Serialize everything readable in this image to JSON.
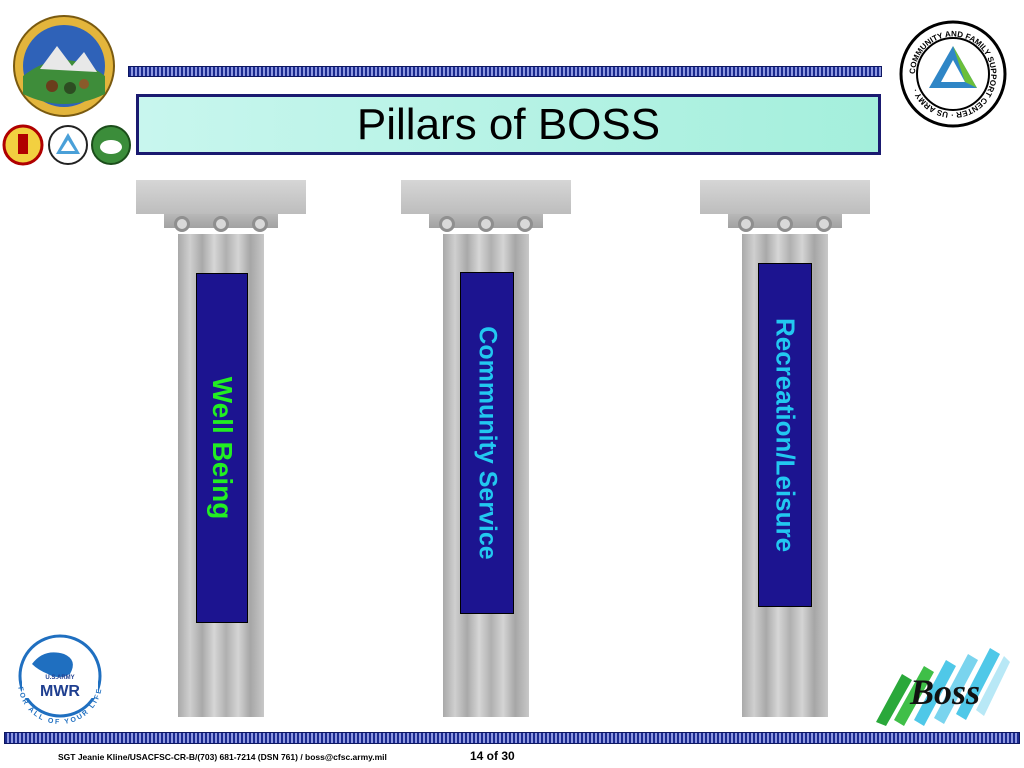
{
  "slide": {
    "title": "Pillars of BOSS",
    "pillars": [
      {
        "label": "Well Being",
        "color": "#22ee22"
      },
      {
        "label": "Community Service",
        "color": "#22c8f0"
      },
      {
        "label": "Recreation/Leisure",
        "color": "#22c8f0"
      }
    ]
  },
  "logos": {
    "mwr_top": "U.S.ARMY",
    "mwr_name": "MWR",
    "mwr_slogan": "FOR ALL OF YOUR LIFE",
    "cfsc_ring": "COMMUNITY AND FAMILY SUPPORT CENTER · US ARMY ·",
    "boss": "Boss"
  },
  "footer": {
    "contact": "SGT Jeanie Kline/USACFSC-CR-B/(703) 681-7214 (DSN 761) / boss@cfsc.army.mil",
    "page": "14 of 30"
  },
  "colors": {
    "banner": "#1c1490",
    "title_bg": "#b4f2e4",
    "stripe": "#1b2a8f"
  }
}
